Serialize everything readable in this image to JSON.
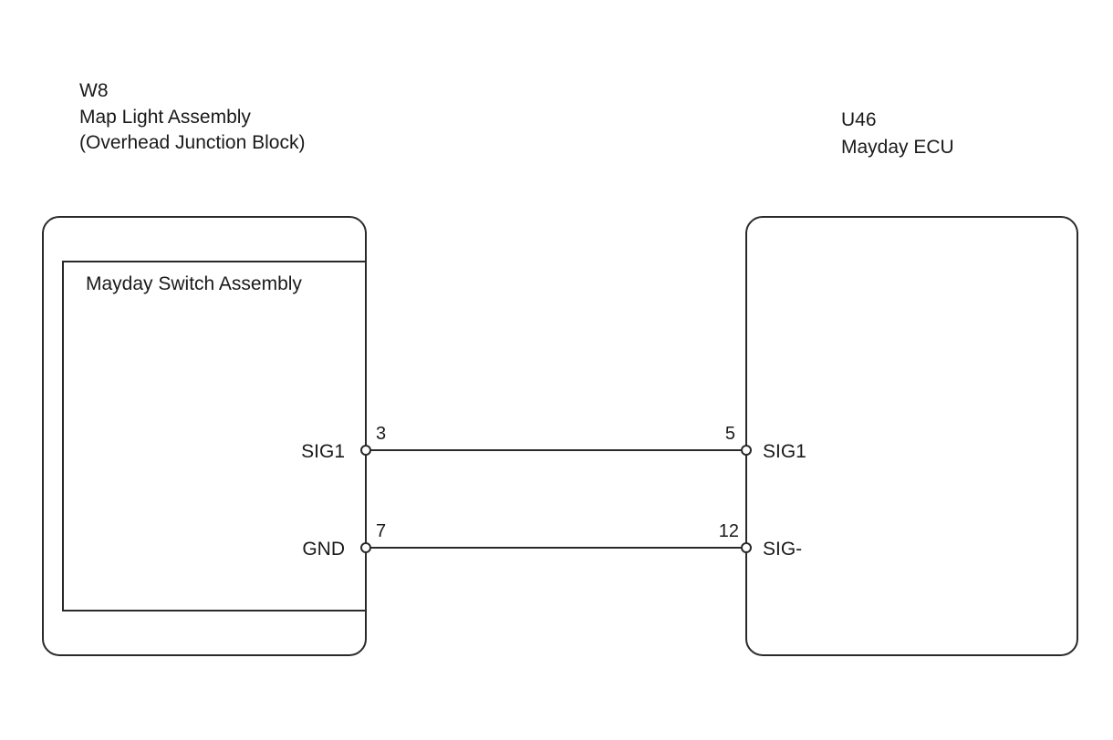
{
  "left_component": {
    "code": "W8",
    "name": "Map Light Assembly",
    "subtitle": "(Overhead Junction Block)",
    "inner_block_label": "Mayday Switch Assembly",
    "pins": [
      {
        "signal": "SIG1",
        "number": "3"
      },
      {
        "signal": "GND",
        "number": "7"
      }
    ]
  },
  "right_component": {
    "code": "U46",
    "name": "Mayday ECU",
    "pins": [
      {
        "signal": "SIG1",
        "number": "5"
      },
      {
        "signal": "SIG-",
        "number": "12"
      }
    ]
  },
  "colors": {
    "line": "#2a2a2a",
    "background": "#ffffff",
    "text": "#1a1a1a"
  }
}
